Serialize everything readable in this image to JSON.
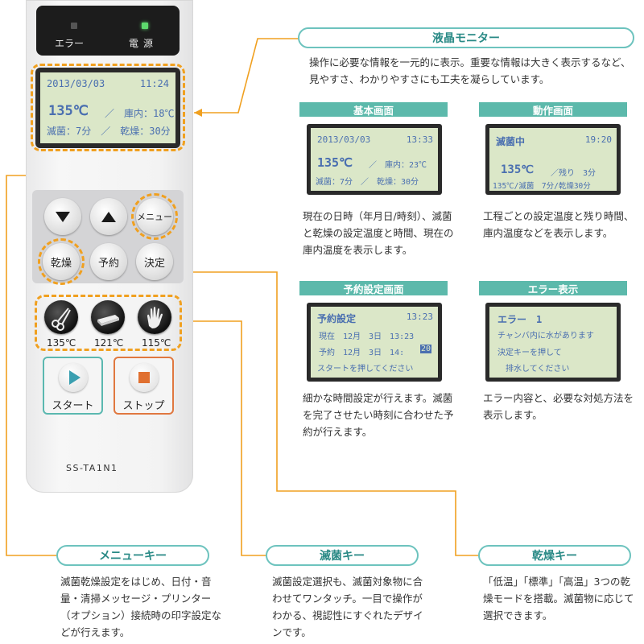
{
  "device": {
    "status_error": "エラー",
    "status_power": "電源",
    "lcd": {
      "date": "2013/03/03",
      "time": "11:24",
      "temp": "135℃",
      "chamber": "／　庫内：18℃",
      "line3": "滅菌：7分　／　乾燥：30分"
    },
    "buttons": {
      "menu": "メニュー",
      "dry": "乾燥",
      "reserve": "予約",
      "confirm": "決定"
    },
    "sterilize_temps": [
      "135℃",
      "121℃",
      "115℃"
    ],
    "start_label": "スタート",
    "stop_label": "ストップ",
    "model": "SS-TA1N1"
  },
  "lcd_monitor": {
    "title": "液晶モニター",
    "desc": "操作に必要な情報を一元的に表示。重要な情報は大きく表示するなど、見やすさ、わかりやすさにも工夫を凝らしています。"
  },
  "screens": {
    "basic": {
      "title": "基本画面",
      "lines": [
        "2013/03/03",
        "13:33",
        "135℃",
        "／　庫内：23℃",
        "滅菌：7分　／　乾燥：30分"
      ],
      "desc": "現在の日時（年月日/時刻）、滅菌と乾燥の設定温度と時間、現在の庫内温度を表示します。"
    },
    "operation": {
      "title": "動作画面",
      "lines": [
        "滅菌中",
        "19:20",
        "135℃",
        "／残り　3分",
        "135℃/滅菌　7分/乾燥30分"
      ],
      "desc": "工程ごとの設定温度と残り時間、庫内温度などを表示します。"
    },
    "reserve": {
      "title": "予約設定画面",
      "lines": [
        "予約設定",
        "13:23",
        "現在　12月　3日　13:23",
        "予約　12月　3日　14:",
        "20",
        "スタートを押してください"
      ],
      "desc": "細かな時間設定が行えます。滅菌を完了させたい時刻に合わせた予約が行えます。"
    },
    "error": {
      "title": "エラー表示",
      "lines": [
        "エラー　1",
        "チャンバ内に水があります",
        "決定キーを押して",
        "排水してください"
      ],
      "desc": "エラー内容と、必要な対処方法を表示します。"
    }
  },
  "keys": {
    "menu": {
      "title": "メニューキー",
      "desc": "滅菌乾燥設定をはじめ、日付・音量・清掃メッセージ・プリンター（オプション）接続時の印字設定などが行えます。"
    },
    "sterilize": {
      "title": "滅菌キー",
      "desc": "滅菌設定選択も、滅菌対象物に合わせてワンタッチ。一目で操作がわかる、視認性にすぐれたデザインです。"
    },
    "dry": {
      "title": "乾燥キー",
      "desc": "「低温」「標準」「高温」3つの乾燥モードを搭載。滅菌物に応じて選択できます。"
    }
  },
  "colors": {
    "accent_orange": "#f0a020",
    "teal": "#5cb9ab",
    "lcd_bg": "#dbe7c8",
    "lcd_text": "#4a6fb0"
  }
}
